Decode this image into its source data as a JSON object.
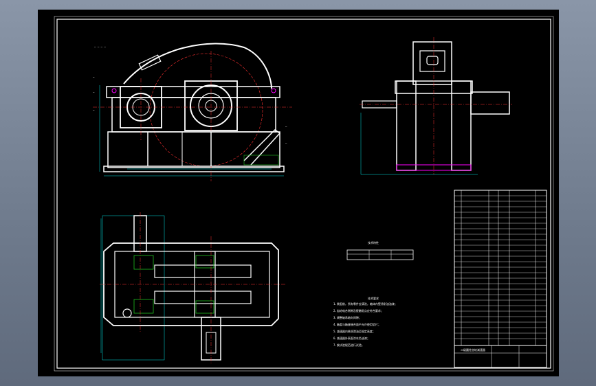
{
  "drawing": {
    "background": "#000000",
    "line_color": "#ffffff",
    "centerline_color": "#ff3030",
    "dimension_color": "#00e5e5",
    "hatch_color": "#20c020",
    "accent_color": "#ff00ff"
  },
  "views": {
    "front": "front-elevation",
    "side": "side-elevation",
    "top": "plan-section"
  },
  "spec_table": {
    "title": "技术特性",
    "row": [
      "",
      "",
      ""
    ]
  },
  "tech_notes": {
    "title": "技术要求",
    "lines": [
      "1.装配前，所有零件应清洗，箱体内壁涂耐油油漆；",
      "2.齿轮啮合侧隙及接触斑点应符合要求；",
      "3.调整轴承轴向间隙；",
      "4.箱盖与箱座接合面不允许使用垫片；",
      "5.减速器内装润滑油至规定高度；",
      "6.减速器外表面涂灰色油漆；",
      "7.按试验规范进行试验。"
    ]
  },
  "title_block": {
    "name": "二级圆柱齿轮减速器",
    "scale": "",
    "sheet": ""
  }
}
